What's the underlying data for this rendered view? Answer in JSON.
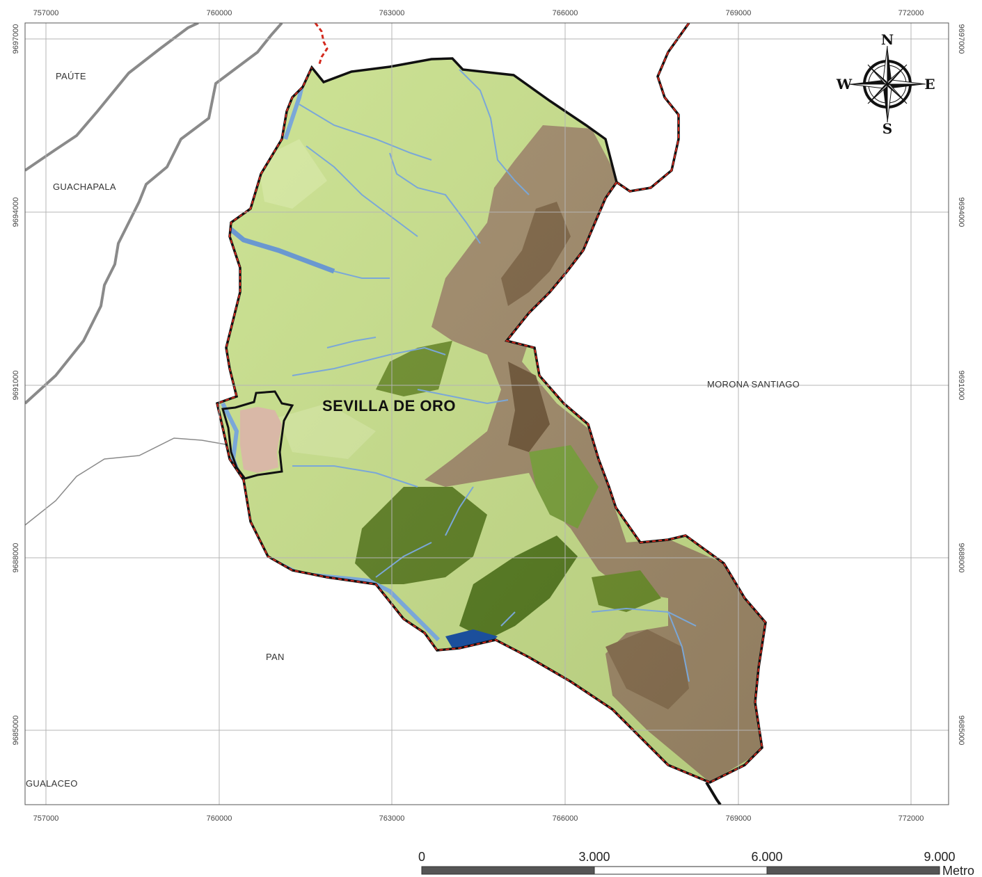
{
  "map": {
    "title": "SEVILLA DE ORO",
    "x_ticks_top": [
      "757000",
      "760000",
      "763000",
      "766000",
      "769000",
      "772000"
    ],
    "x_ticks_bottom": [
      "757000",
      "760000",
      "763000",
      "766000",
      "769000",
      "772000"
    ],
    "y_ticks_left": [
      "9697000",
      "9694000",
      "9691000",
      "9688000",
      "9685000"
    ],
    "y_ticks_right": [
      "9697000",
      "9694000",
      "9691000",
      "9688000",
      "9685000"
    ],
    "places": {
      "paute": "PAÚTE",
      "guachapala": "GUACHAPALA",
      "morona_santiago": "MORONA SANTIAGO",
      "pan": "PAN",
      "gualaceo": "GUALACEO"
    },
    "compass": {
      "n": "N",
      "s": "S",
      "e": "E",
      "w": "W"
    },
    "scale_bar": {
      "labels": [
        "0",
        "3.000",
        "6.000",
        "9.000"
      ],
      "unit": "Metro"
    },
    "colors": {
      "boundary_red": "#d42a1e",
      "boundary_black": "#111111",
      "land_green": "#c8e08a",
      "forest": "#5d7f22",
      "mountain_brown": "#8a7151",
      "water_blue": "#7aa7d8",
      "lake": "#1b4f9c",
      "urban": "#d9b8a7",
      "grid": "#b4b4b4"
    }
  }
}
